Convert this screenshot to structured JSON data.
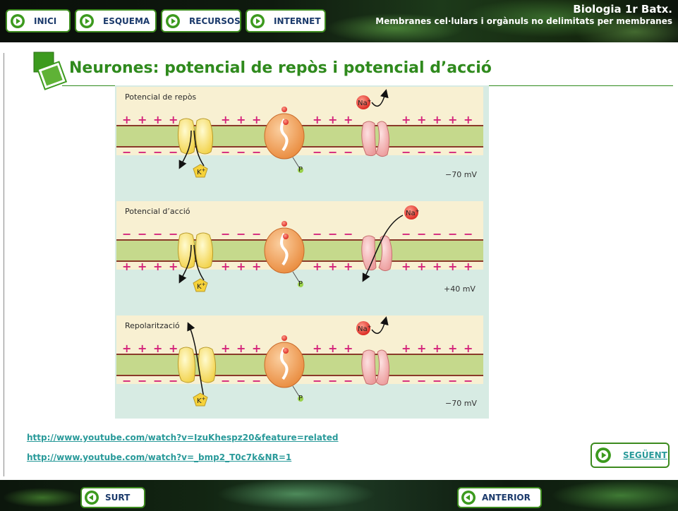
{
  "nav": {
    "items": [
      {
        "label": "INICI"
      },
      {
        "label": "ESQUEMA"
      },
      {
        "label": "RECURSOS"
      },
      {
        "label": "INTERNET"
      }
    ]
  },
  "brand": {
    "subject": "Biologia",
    "course": "1r Batx.",
    "unit": "Membranes cel·lulars i orgànuls no delimitats per membranes"
  },
  "page": {
    "title": "Neurones: potencial de repòs i potencial d’acció"
  },
  "figure": {
    "panels": [
      {
        "title": "Potencial de repòs",
        "voltage": "−70 mV",
        "top_charge": "+",
        "bottom_charge": "−"
      },
      {
        "title": "Potencial d’acció",
        "voltage": "+40 mV",
        "top_charge": "−",
        "bottom_charge": "+"
      },
      {
        "title": "Repolarització",
        "voltage": "−70 mV",
        "top_charge": "+",
        "bottom_charge": "−"
      }
    ],
    "ions": {
      "potassium": "K",
      "sodium": "Na",
      "plus": "+",
      "phosphate": "P"
    }
  },
  "links": [
    {
      "text": "http://www.youtube.com/watch?v=IzuKhespz20&feature=related"
    },
    {
      "text": "http://www.youtube.com/watch?v=_bmp2_T0c7k&NR=1"
    }
  ],
  "footer": {
    "next_label": "SEGÜENT",
    "exit_label": "SURT",
    "prev_label": "ANTERIOR"
  },
  "colors": {
    "accent_green": "#2f8a1d",
    "link_teal": "#2a9a9a",
    "charge_magenta": "#d4237a",
    "nav_text": "#1b3a6b"
  },
  "icons": {
    "nav": "play-circle-icon",
    "back": "back-circle-icon",
    "title": "stacked-squares-icon"
  }
}
